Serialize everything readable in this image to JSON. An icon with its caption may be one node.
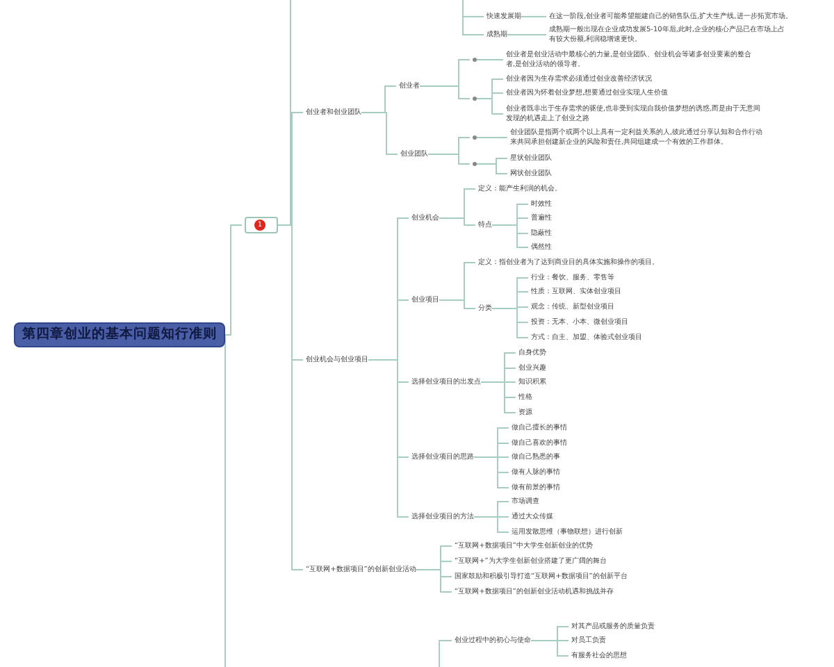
{
  "diagram": {
    "nodes": [
      {
        "text": [
          "第四章创业的基本问题知行准则"
        ]
      },
      {
        "text": [
          "1"
        ]
      },
      {
        "text": [
          "快速发展期"
        ]
      },
      {
        "text": [
          "在这一阶段,创业者可能希望能建自己的销售队伍,扩大生产线,进一步拓宽市场。"
        ]
      },
      {
        "text": [
          "成熟期"
        ]
      },
      {
        "text": [
          "成熟期一般出现在企业成功发展5-10年后,此时,企业的核心产品已在市场上占有较大份额,利润稳增速更快。"
        ]
      },
      {
        "text": [
          "创业者和创业团队"
        ]
      },
      {
        "text": [
          "创业者"
        ]
      },
      {
        "text": [],
        "shape": "circle"
      },
      {
        "text": [
          "创业者是创业活动中最核心的力量,是创业团队、创业机会等诸多创业要素的整合者,是创业活动的领导者。"
        ]
      },
      {
        "text": [],
        "shape": "circle"
      },
      {
        "text": [
          "创业者因为生存需求必须通过创业改善经济状况"
        ]
      },
      {
        "text": [
          "创业者因为怀着创业梦想,想要通过创业实现人生价值"
        ]
      },
      {
        "text": [
          "创业者既非出于生存需求的驱使,也非受到实现自我价值梦想的诱惑,而是由于无意间发现的机遇走上了创业之路"
        ]
      },
      {
        "text": [
          "创业团队"
        ]
      },
      {
        "text": [],
        "shape": "circle"
      },
      {
        "text": [
          "创业团队是指两个或两个以上具有一定利益关系的人,彼此通过分享认知和合作行动来共同承担创建新企业的风险和责任,共同组建成一个有效的工作群体。"
        ]
      },
      {
        "text": [],
        "shape": "circle"
      },
      {
        "text": [
          "星状创业团队"
        ]
      },
      {
        "text": [
          "网状创业团队"
        ]
      },
      {
        "text": [
          "创业机会与创业项目"
        ]
      },
      {
        "text": [
          "创业机会"
        ]
      },
      {
        "text": [
          "定义：能产生利润的机会。"
        ]
      },
      {
        "text": [
          "特点"
        ]
      },
      {
        "text": [
          "时效性"
        ]
      },
      {
        "text": [
          "普遍性"
        ]
      },
      {
        "text": [
          "隐蔽性"
        ]
      },
      {
        "text": [
          "偶然性"
        ]
      },
      {
        "text": [
          "创业项目"
        ]
      },
      {
        "text": [
          "定义：指创业者为了达到商业目的具体实施和操作的项目。"
        ]
      },
      {
        "text": [
          "分类"
        ]
      },
      {
        "text": [
          "行业：餐饮、服务、零售等"
        ]
      },
      {
        "text": [
          "性质：互联网、实体创业项目"
        ]
      },
      {
        "text": [
          "观念：传统、新型创业项目"
        ]
      },
      {
        "text": [
          "投资：无本、小本、微创业项目"
        ]
      },
      {
        "text": [
          "方式：自主、加盟、体验式创业项目"
        ]
      },
      {
        "text": [
          "选择创业项目的出发点"
        ]
      },
      {
        "text": [
          "自身优势"
        ]
      },
      {
        "text": [
          "创业兴趣"
        ]
      },
      {
        "text": [
          "知识积累"
        ]
      },
      {
        "text": [
          "性格"
        ]
      },
      {
        "text": [
          "资源"
        ]
      },
      {
        "text": [
          "选择创业项目的思路"
        ]
      },
      {
        "text": [
          "做自己擅长的事情"
        ]
      },
      {
        "text": [
          "做自己喜欢的事情"
        ]
      },
      {
        "text": [
          "做自己熟悉的事"
        ]
      },
      {
        "text": [
          "做有人脉的事情"
        ]
      },
      {
        "text": [
          "做有前景的事情"
        ]
      },
      {
        "text": [
          "选择创业项目的方法"
        ]
      },
      {
        "text": [
          "市场调查"
        ]
      },
      {
        "text": [
          "通过大众传媒"
        ]
      },
      {
        "text": [
          "运用发散思维（事物联想）进行创新"
        ]
      },
      {
        "text": [
          "“互联网+数据项目”的创新创业活动"
        ]
      },
      {
        "text": [
          "“互联网+数据项目”中大学生创新创业的优势"
        ]
      },
      {
        "text": [
          "“互联网+”为大学生创新创业搭建了更广阔的舞台"
        ]
      },
      {
        "text": [
          "国家鼓励和积极引导打造“互联网+数据项目”的创新平台"
        ]
      },
      {
        "text": [
          "“互联网+数据项目”的创新创业活动机遇和挑战并存"
        ]
      },
      {
        "text": [
          "创业过程中的初心与使命"
        ]
      },
      {
        "text": [
          "对其产品或服务的质量负责"
        ]
      },
      {
        "text": [
          "对员工负责"
        ]
      },
      {
        "text": [
          "有服务社会的思想"
        ]
      }
    ],
    "edges": [
      {
        "from": 0,
        "to": 1,
        "arrow": "none"
      },
      {
        "from": 0,
        "to": null,
        "arrow": "none"
      },
      {
        "from": 1,
        "to": null,
        "arrow": "none"
      },
      {
        "from": 1,
        "to": 6,
        "arrow": "none"
      },
      {
        "from": 1,
        "to": 20,
        "arrow": "none"
      },
      {
        "from": 1,
        "to": 52,
        "arrow": "none"
      },
      {
        "from": null,
        "to": 2,
        "arrow": "none"
      },
      {
        "from": null,
        "to": 4,
        "arrow": "none"
      },
      {
        "from": 2,
        "to": 3,
        "arrow": "none"
      },
      {
        "from": 4,
        "to": 5,
        "arrow": "none"
      },
      {
        "from": 6,
        "to": 7,
        "arrow": "none"
      },
      {
        "from": 6,
        "to": 14,
        "arrow": "none"
      },
      {
        "from": 7,
        "to": 8,
        "arrow": "none"
      },
      {
        "from": 7,
        "to": 10,
        "arrow": "none"
      },
      {
        "from": 8,
        "to": 9,
        "arrow": "none"
      },
      {
        "from": 10,
        "to": 11,
        "arrow": "none"
      },
      {
        "from": 10,
        "to": 12,
        "arrow": "none"
      },
      {
        "from": 10,
        "to": 13,
        "arrow": "none"
      },
      {
        "from": 14,
        "to": 15,
        "arrow": "none"
      },
      {
        "from": 14,
        "to": 17,
        "arrow": "none"
      },
      {
        "from": 15,
        "to": 16,
        "arrow": "none"
      },
      {
        "from": 17,
        "to": 18,
        "arrow": "none"
      },
      {
        "from": 17,
        "to": 19,
        "arrow": "none"
      },
      {
        "from": 20,
        "to": 21,
        "arrow": "none"
      },
      {
        "from": 20,
        "to": 28,
        "arrow": "none"
      },
      {
        "from": 20,
        "to": 36,
        "arrow": "none"
      },
      {
        "from": 20,
        "to": 42,
        "arrow": "none"
      },
      {
        "from": 20,
        "to": 48,
        "arrow": "none"
      },
      {
        "from": 21,
        "to": 22,
        "arrow": "none"
      },
      {
        "from": 21,
        "to": 23,
        "arrow": "none"
      },
      {
        "from": 23,
        "to": 24,
        "arrow": "none"
      },
      {
        "from": 23,
        "to": 25,
        "arrow": "none"
      },
      {
        "from": 23,
        "to": 26,
        "arrow": "none"
      },
      {
        "from": 23,
        "to": 27,
        "arrow": "none"
      },
      {
        "from": 28,
        "to": 29,
        "arrow": "none"
      },
      {
        "from": 28,
        "to": 30,
        "arrow": "none"
      },
      {
        "from": 30,
        "to": 31,
        "arrow": "none"
      },
      {
        "from": 30,
        "to": 32,
        "arrow": "none"
      },
      {
        "from": 30,
        "to": 33,
        "arrow": "none"
      },
      {
        "from": 30,
        "to": 34,
        "arrow": "none"
      },
      {
        "from": 30,
        "to": 35,
        "arrow": "none"
      },
      {
        "from": 36,
        "to": 37,
        "arrow": "none"
      },
      {
        "from": 36,
        "to": 38,
        "arrow": "none"
      },
      {
        "from": 36,
        "to": 39,
        "arrow": "none"
      },
      {
        "from": 36,
        "to": 40,
        "arrow": "none"
      },
      {
        "from": 36,
        "to": 41,
        "arrow": "none"
      },
      {
        "from": 42,
        "to": 43,
        "arrow": "none"
      },
      {
        "from": 42,
        "to": 44,
        "arrow": "none"
      },
      {
        "from": 42,
        "to": 45,
        "arrow": "none"
      },
      {
        "from": 42,
        "to": 46,
        "arrow": "none"
      },
      {
        "from": 42,
        "to": 47,
        "arrow": "none"
      },
      {
        "from": 48,
        "to": 49,
        "arrow": "none"
      },
      {
        "from": 48,
        "to": 50,
        "arrow": "none"
      },
      {
        "from": 48,
        "to": 51,
        "arrow": "none"
      },
      {
        "from": 52,
        "to": 53,
        "arrow": "none"
      },
      {
        "from": 52,
        "to": 54,
        "arrow": "none"
      },
      {
        "from": 52,
        "to": 55,
        "arrow": "none"
      },
      {
        "from": 52,
        "to": 56,
        "arrow": "none"
      },
      {
        "from": null,
        "to": 57,
        "arrow": "none"
      },
      {
        "from": 57,
        "to": 58,
        "arrow": "none"
      },
      {
        "from": 57,
        "to": 59,
        "arrow": "none"
      },
      {
        "from": 57,
        "to": 60,
        "arrow": "none"
      }
    ]
  }
}
